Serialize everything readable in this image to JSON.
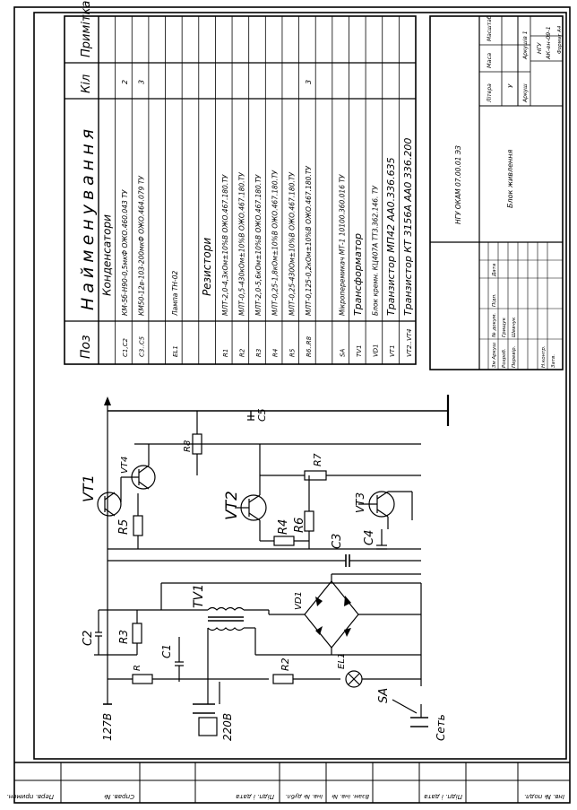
{
  "title_block": {
    "designation": "НГУ ОКАМ 07.00.01 ЭЗ",
    "doc_name": "Блок живлення",
    "col_litera": "Літера",
    "col_mass": "Маса",
    "col_scale": "Масштаб",
    "sheet_label": "Аркуш",
    "sheets_label": "Аркушів 1",
    "org": "НГУ",
    "group": "АК-ен-09-1",
    "format": "Формат А4",
    "rows": [
      "Зм Аркуш",
      "№ докум.",
      "Підп.",
      "Дата",
      "Розроб.",
      "Перевір.",
      "Н.контр.",
      "Затв."
    ],
    "names": [
      "Грищук",
      "Шевчук"
    ]
  },
  "bom": {
    "col_pos": "Поз",
    "col_name": "Найменування",
    "col_qty": "Кіл",
    "col_note": "Примітка",
    "rows": [
      {
        "pos": "",
        "name": "Конденсатори",
        "qty": "",
        "heading": true
      },
      {
        "pos": "С1,С2",
        "name": "КМ-5б-Н90-0,5мкФ ОЖО.460.043 ТУ",
        "qty": "2"
      },
      {
        "pos": "С3..С5",
        "name": "КМ50-12в-103-200мкФ ОЖО.464.079 ТУ",
        "qty": "3"
      },
      {
        "pos": "",
        "name": "",
        "qty": ""
      },
      {
        "pos": "EL1",
        "name": "Лампа ТН-02",
        "qty": ""
      },
      {
        "pos": "",
        "name": "",
        "qty": ""
      },
      {
        "pos": "",
        "name": "Резистори",
        "qty": "",
        "heading": true
      },
      {
        "pos": "R1",
        "name": "МЛТ-2,0-4,3кОм±10%В ОЖО.467.180.ТУ",
        "qty": ""
      },
      {
        "pos": "R2",
        "name": "МЛТ-0,5-430кОм±10%В ОЖО.467.180.ТУ",
        "qty": ""
      },
      {
        "pos": "R3",
        "name": "МЛТ-2,0-5,6кОм±10%В ОЖО.467.180.ТУ",
        "qty": ""
      },
      {
        "pos": "R4",
        "name": "МЛТ-0,25-1,8кОм±10%В ОЖО.467.180.ТУ",
        "qty": ""
      },
      {
        "pos": "R5",
        "name": "МЛТ-0,25-430Ом±10%В ОЖО.467.180.ТУ",
        "qty": ""
      },
      {
        "pos": "R6..R8",
        "name": "МЛТ-0,125-0,2кОм±10%В ОЖО.467.180.ТУ",
        "qty": "3"
      },
      {
        "pos": "",
        "name": "",
        "qty": ""
      },
      {
        "pos": "SA",
        "name": "Мікроперемикач МТ-1 10100.360.016 ТУ",
        "qty": ""
      },
      {
        "pos": "TV1",
        "name": "Трансформатор",
        "qty": "",
        "large": true
      },
      {
        "pos": "VD1",
        "name": "Блок кремн. КЦ407А ТТ3.362.146. ТУ",
        "qty": ""
      },
      {
        "pos": "VT1",
        "name": "Транзистор МП42 АА0.336.635",
        "qty": "",
        "large": true
      },
      {
        "pos": "VT2..VT4",
        "name": "Транзистор КТ 3156А АА0 336.200",
        "qty": "",
        "large": true
      }
    ]
  },
  "side_stamp": {
    "labels": [
      "Перв. примен.",
      "Справ. №",
      "Підп. і дата",
      "Інв. № дубл.",
      "Взам. інв. №",
      "Підп. і дата",
      "Інв. № подл."
    ]
  },
  "schematic": {
    "labels": {
      "VT1": "VT1",
      "VT2": "VT2",
      "VT3": "VT3",
      "VT4": "VT4",
      "R": "R",
      "R2": "R2",
      "R3": "R3",
      "R4": "R4",
      "R5": "R5",
      "R6": "R6",
      "R7": "R7",
      "R8": "R8",
      "C1": "C1",
      "C2": "C2",
      "C3": "C3",
      "C4": "C4",
      "C5": "C5",
      "TV1": "TV1",
      "VD1": "VD1",
      "EL1": "EL1",
      "SA": "SA",
      "v127": "127В",
      "v220": "220В",
      "net": "Сеть"
    }
  }
}
